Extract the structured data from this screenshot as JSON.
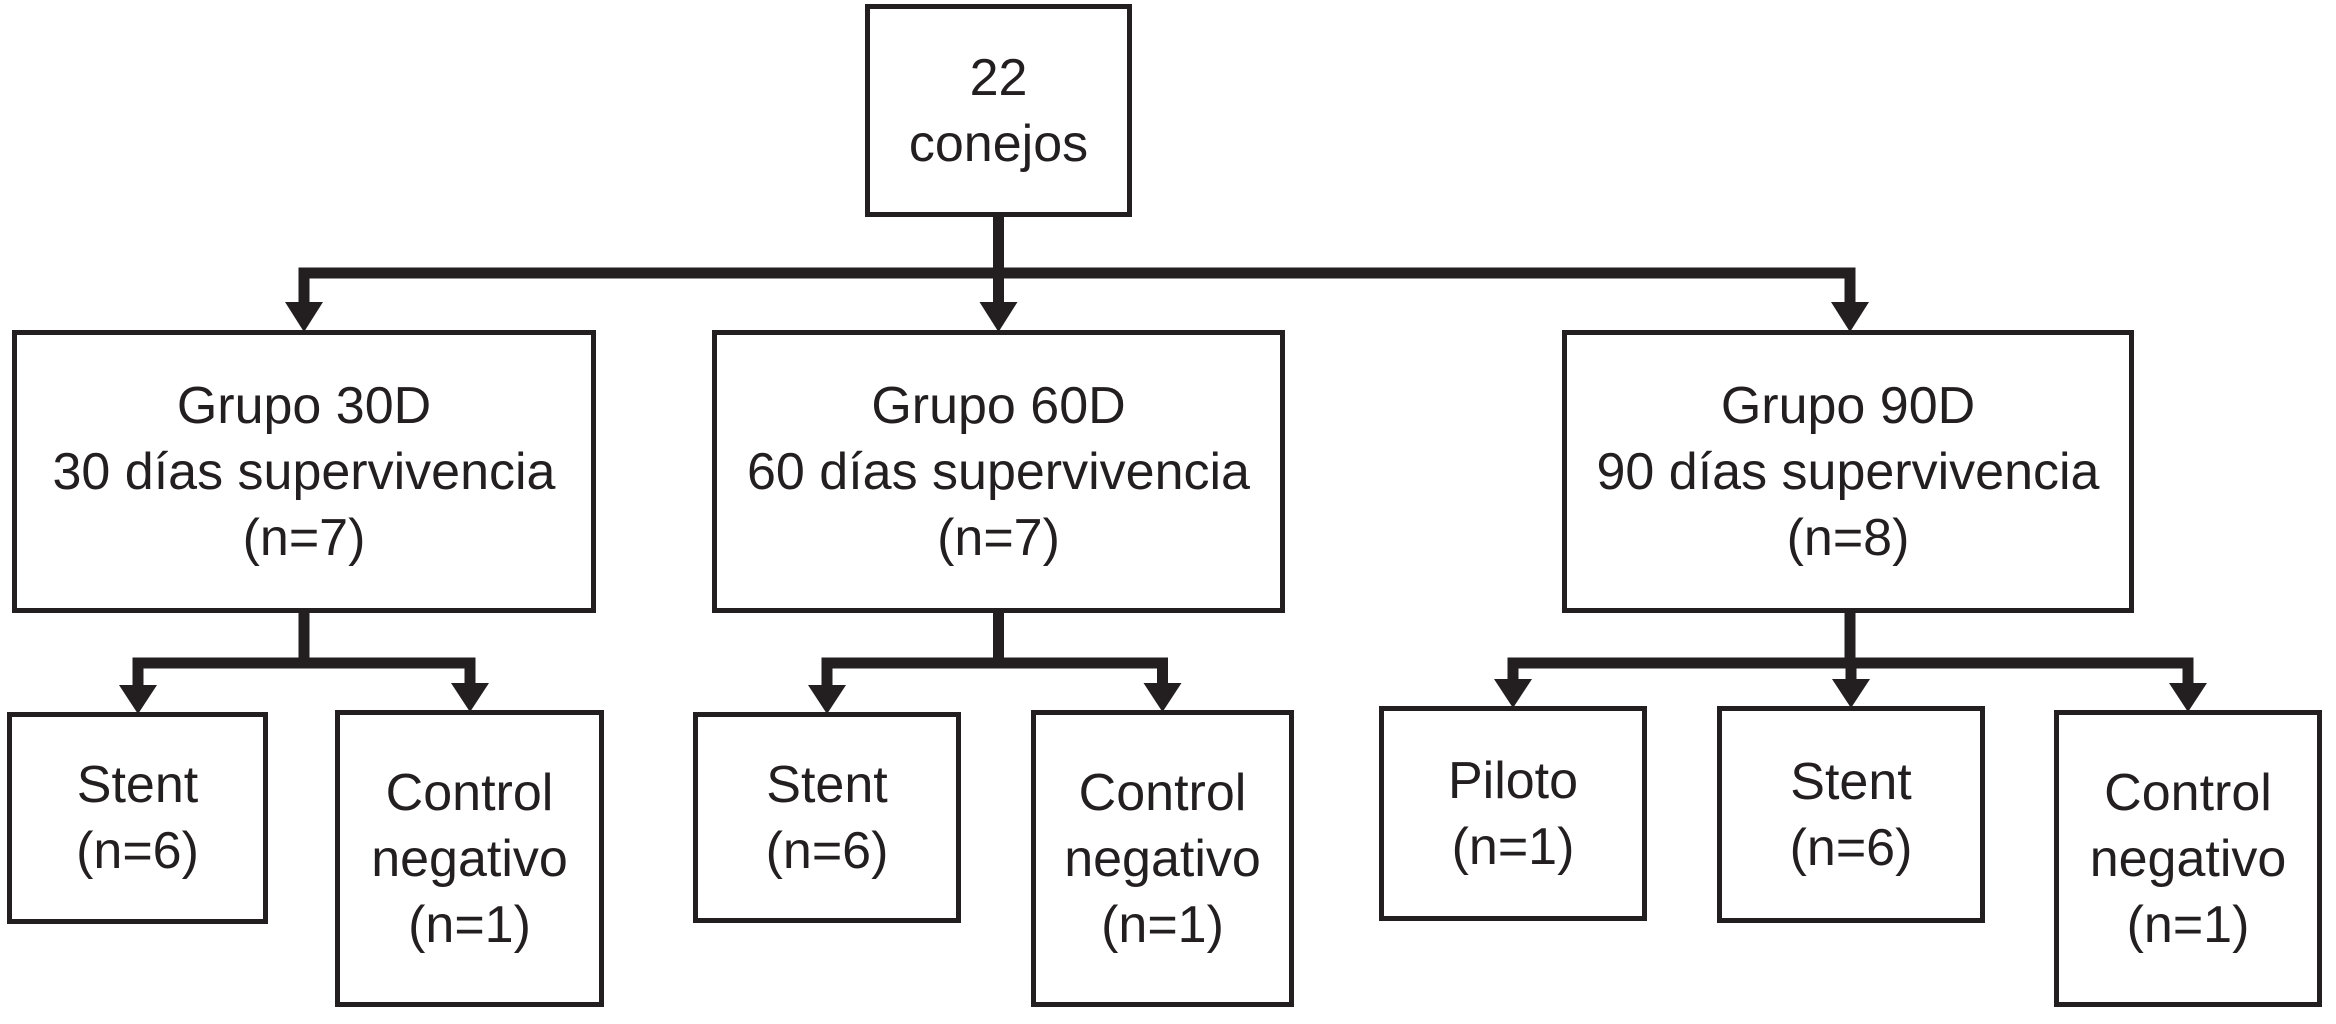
{
  "diagram": {
    "background_color": "#ffffff",
    "line_color": "#231f20",
    "root": {
      "lines": [
        "22",
        "conejos"
      ]
    },
    "groups": [
      {
        "title": "Grupo 30D",
        "subtitle": "30 días supervivencia",
        "count": "(n=7)"
      },
      {
        "title": "Grupo 60D",
        "subtitle": "60 días supervivencia",
        "count": "(n=7)"
      },
      {
        "title": "Grupo 90D",
        "subtitle": "90 días supervivencia",
        "count": "(n=8)"
      }
    ],
    "leaves": {
      "stent_30d": {
        "lines": [
          "Stent",
          "(n=6)"
        ]
      },
      "control_30d": {
        "lines": [
          "Control",
          "negativo",
          "(n=1)"
        ]
      },
      "stent_60d": {
        "lines": [
          "Stent",
          "(n=6)"
        ]
      },
      "control_60d": {
        "lines": [
          "Control",
          "negativo",
          "(n=1)"
        ]
      },
      "piloto_90d": {
        "lines": [
          "Piloto",
          "(n=1)"
        ]
      },
      "stent_90d": {
        "lines": [
          "Stent",
          "(n=6)"
        ]
      },
      "control_90d": {
        "lines": [
          "Control",
          "negativo",
          "(n=1)"
        ]
      }
    }
  }
}
